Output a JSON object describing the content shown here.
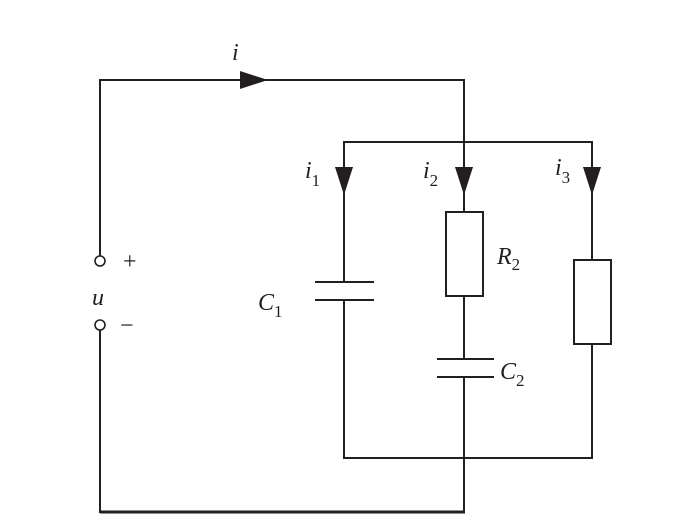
{
  "diagram": {
    "source": {
      "voltage_symbol": "u",
      "plus_sign": "+",
      "minus_sign": "−"
    },
    "currents": {
      "main": {
        "symbol": "i",
        "subscript": ""
      },
      "branch1": {
        "symbol": "i",
        "subscript": "1"
      },
      "branch2": {
        "symbol": "i",
        "subscript": "2"
      },
      "branch3": {
        "symbol": "i",
        "subscript": "3"
      }
    },
    "components": {
      "capacitor1": {
        "symbol": "C",
        "subscript": "1"
      },
      "resistor2": {
        "symbol": "R",
        "subscript": "2"
      },
      "capacitor2": {
        "symbol": "C",
        "subscript": "2"
      },
      "resistor3": {
        "symbol": "",
        "subscript": ""
      }
    },
    "colors": {
      "stroke": "#231f20",
      "background": "#ffffff"
    }
  }
}
